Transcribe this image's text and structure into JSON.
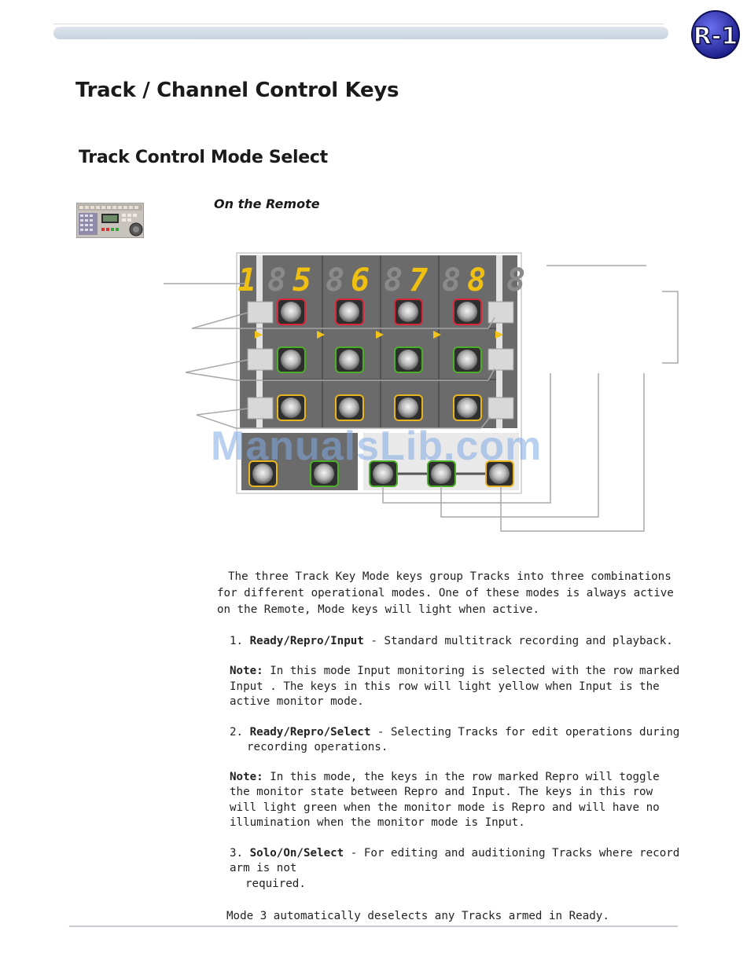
{
  "header": {
    "logo_text": "R-1"
  },
  "page": {
    "title": "Track / Channel Control Keys",
    "subtitle": "Track Control Mode Select",
    "remote_label": "On the Remote"
  },
  "diagram": {
    "display_digits": [
      "1",
      "5",
      "6",
      "7",
      "8"
    ],
    "row_colors": {
      "top": "#d8263a",
      "middle": "#4caf2a",
      "bottom": "#e8b51f"
    },
    "accent_arrow": "#f2c318"
  },
  "watermark": "ManualsLib.com",
  "body": {
    "intro": "The three Track Key Mode keys group Tracks into three combinations for different operational modes.  One of these modes is always active on the Remote, Mode keys will light when active.",
    "items": [
      {
        "num": "1.",
        "head": "Ready/Repro/Input",
        "text": " - Standard multitrack recording and playback.",
        "cont": ""
      },
      {
        "num": "2.",
        "head": "Ready/Repro/Select",
        "text": " - Selecting Tracks for edit operations during",
        "cont": "recording operations."
      },
      {
        "num": "3.",
        "head": "Solo/On/Select",
        "text": " - For editing and auditioning Tracks where record arm is not",
        "cont": "required."
      }
    ],
    "notes": [
      {
        "label": "Note:",
        "text": " In this mode Input monitoring is selected with the row marked Input .  The keys in this row will light yellow when Input is the active monitor mode."
      },
      {
        "label": "Note:",
        "text": " In this mode, the keys in the row marked Repro will toggle the monitor state between Repro and Input.  The keys in this row will light green when the monitor mode is Repro and will have no illumination when the monitor mode is Input."
      }
    ],
    "outro": "Mode 3 automatically deselects any Tracks armed in Ready."
  }
}
